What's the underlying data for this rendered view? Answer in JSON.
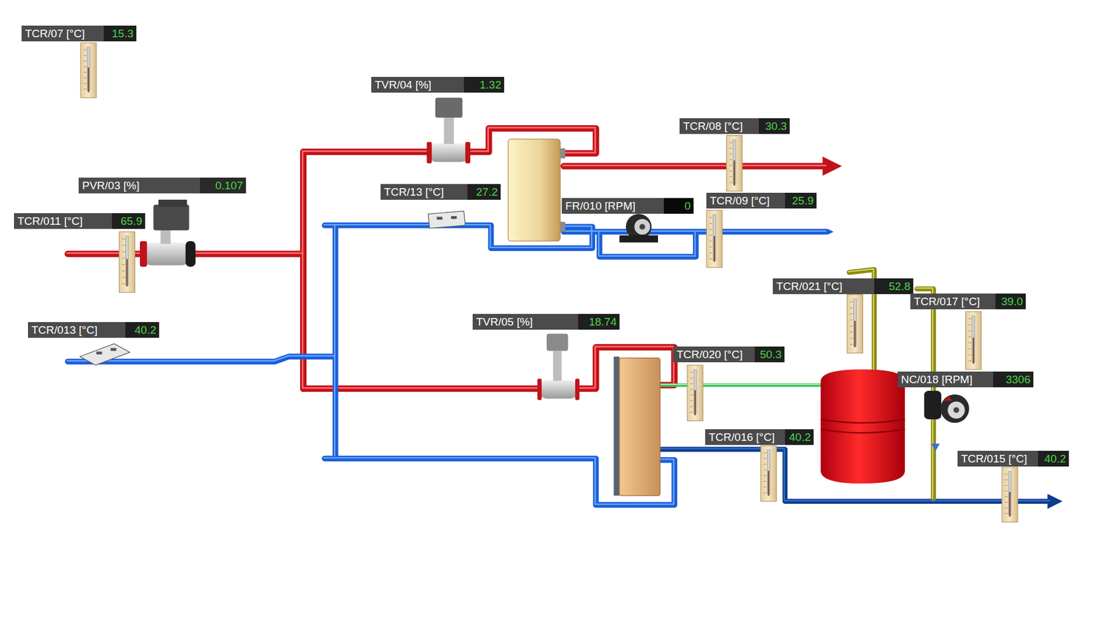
{
  "diagram": {
    "nodes": [
      {
        "text": [
          "TCR/07 [°C]",
          "15.3"
        ]
      },
      {
        "text": [
          "TVR/04 [%]",
          "1.32"
        ]
      },
      {
        "text": [
          "TCR/08 [°C]",
          "30.3"
        ]
      },
      {
        "text": [
          "PVR/03 [%]",
          "0.107"
        ]
      },
      {
        "text": [
          "TCR/13 [°C]",
          "27.2"
        ]
      },
      {
        "text": [
          "TCR/011 [°C]",
          "65.9"
        ]
      },
      {
        "text": [
          "FR/010 [RPM]",
          "0"
        ]
      },
      {
        "text": [
          "TCR/09 [°C]",
          "25.9"
        ]
      },
      {
        "text": [
          "TCR/021 [°C]",
          "52.8"
        ]
      },
      {
        "text": [
          "TCR/017 [°C]",
          "39.0"
        ]
      },
      {
        "text": [
          "TCR/013 [°C]",
          "40.2"
        ]
      },
      {
        "text": [
          "TVR/05 [%]",
          "18.74"
        ]
      },
      {
        "text": [
          "TCR/020 [°C]",
          "50.3"
        ]
      },
      {
        "text": [
          "NC/018 [RPM]",
          "3306"
        ]
      },
      {
        "text": [
          "TCR/016 [°C]",
          "40.2"
        ]
      },
      {
        "text": [
          "TCR/015 [°C]",
          "40.2"
        ]
      }
    ]
  }
}
